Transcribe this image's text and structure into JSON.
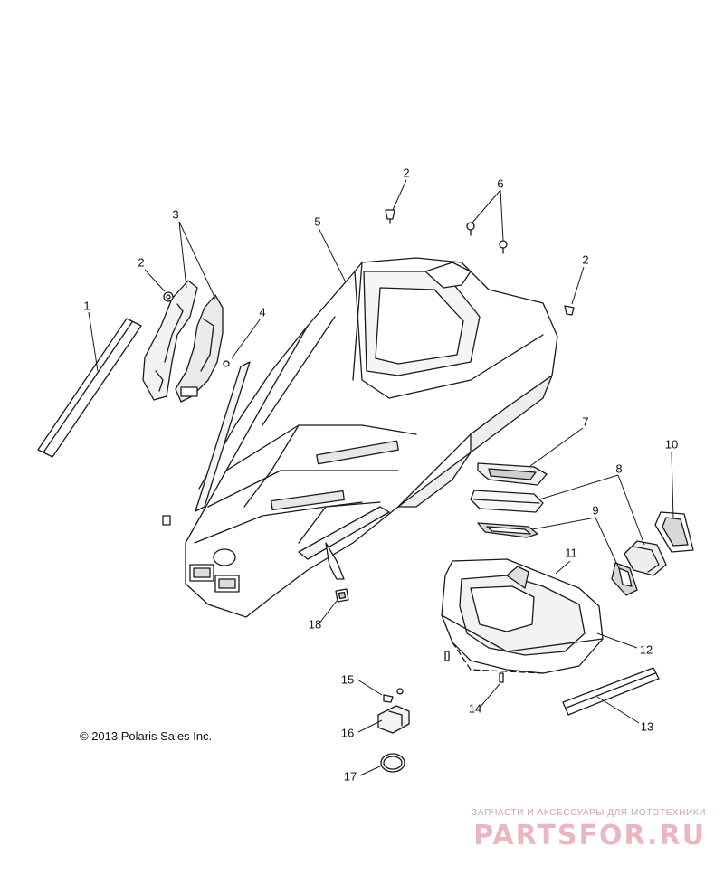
{
  "diagram": {
    "callouts": [
      "1",
      "2",
      "2",
      "2",
      "3",
      "4",
      "5",
      "6",
      "7",
      "8",
      "9",
      "10",
      "11",
      "12",
      "13",
      "14",
      "15",
      "16",
      "17",
      "18"
    ],
    "copyright": "© 2013 Polaris Sales Inc.",
    "watermark": {
      "subtitle": "ЗАПЧАСТИ И АКСЕССУАРЫ ДЛЯ МОТОТЕХНИКИ",
      "brand": "PARTSFOR.RU"
    },
    "colors": {
      "line": "#1a1a1a",
      "part_fill": "#ffffff",
      "part_shade": "#e6e6e6",
      "watermark": "#e9b7bf"
    }
  }
}
